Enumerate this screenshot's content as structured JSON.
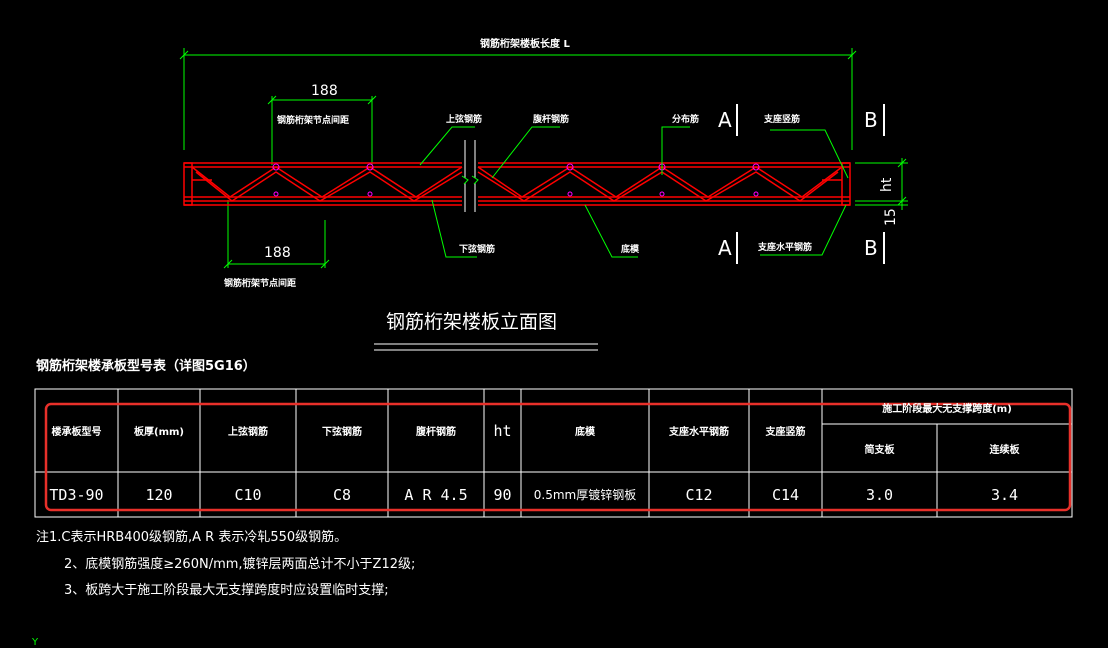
{
  "drawing": {
    "overall_length_label": "钢筋桁架楼板长度 L",
    "dim_spacing": "188",
    "spacing_label": "钢筋桁架节点间距",
    "labels": {
      "top_chord": "上弦钢筋",
      "web": "腹杆钢筋",
      "distribution": "分布筋",
      "support_vertical": "支座竖筋",
      "bottom_chord": "下弦钢筋",
      "bottom_plate": "底模",
      "support_horizontal": "支座水平钢筋"
    },
    "section_a": "A",
    "section_b": "B",
    "dim_ht": "ht",
    "dim_15": "15",
    "title": "钢筋桁架楼板立面图"
  },
  "table": {
    "caption": "钢筋桁架楼承板型号表（详图5G16）",
    "headers": [
      "楼承板型号",
      "板厚(mm)",
      "上弦钢筋",
      "下弦钢筋",
      "腹杆钢筋",
      "ht",
      "底模",
      "支座水平钢筋",
      "支座竖筋"
    ],
    "span_group_header": "施工阶段最大无支撑跨度(m)",
    "span_subheaders": [
      "简支板",
      "连续板"
    ],
    "row": [
      "TD3-90",
      "120",
      "C10",
      "C8",
      "A R 4.5",
      "90",
      "0.5mm厚镀锌钢板",
      "C12",
      "C14",
      "3.0",
      "3.4"
    ]
  },
  "notes": [
    "注1.C表示HRB400级钢筋,A R 表示冷轧550级钢筋。",
    "2、底模钢筋强度≥260N/mm,镀锌层两面总计不小于Z12级;",
    "3、板跨大于施工阶段最大无支撑跨度时应设置临时支撑;"
  ],
  "colors": {
    "background": "#000000",
    "rebar": "#ff0000",
    "dimension": "#00ff00",
    "node": "#ff00ff",
    "text": "#ffffff",
    "highlight": "#e8302a"
  }
}
